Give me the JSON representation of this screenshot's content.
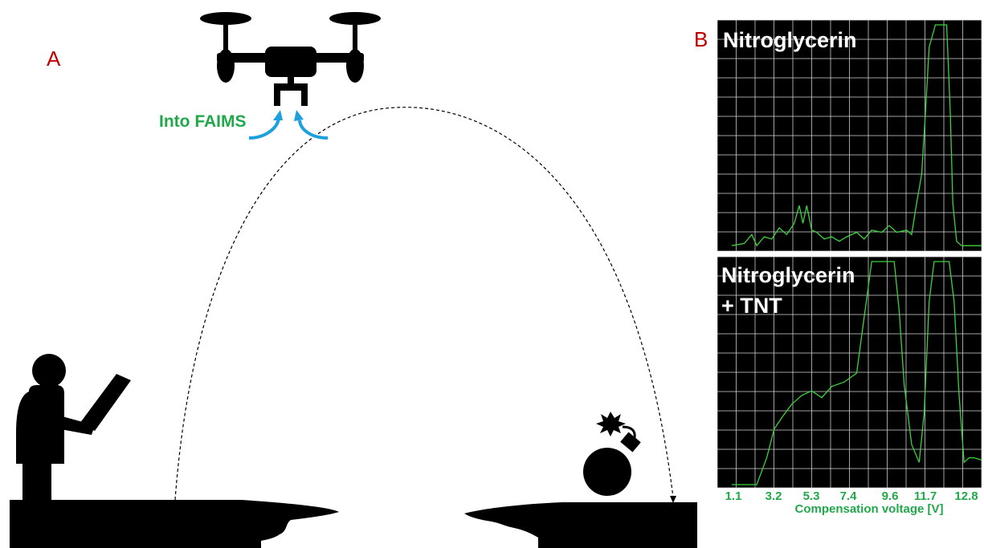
{
  "panel_a": {
    "letter": "A",
    "drone_label": "Into FAIMS"
  },
  "panel_b": {
    "letter": "B",
    "top_title": "Nitroglycerin",
    "bottom_title_line1": "Nitroglycerin",
    "bottom_title_line2": "+ TNT",
    "xlabel": "Compensation voltage [V]",
    "x_ticks": [
      "1.1",
      "3.2",
      "5.3",
      "7.4",
      "9.6",
      "11.7",
      "12.8"
    ]
  },
  "colors": {
    "panel_letter": "#c00000",
    "label_green": "#22a84a",
    "trace_green": "#3cd23c",
    "arrow_blue": "#1ea0dc",
    "grid": "#d8d8d8",
    "plot_bg": "#000000",
    "silhouette": "#000000"
  },
  "icons": [
    "drone-icon",
    "person-with-tablet-icon",
    "bomb-icon",
    "arrow-icon"
  ],
  "chart_data": [
    {
      "type": "line",
      "title": "Nitroglycerin",
      "xlabel": "",
      "ylabel": "",
      "xlim": [
        0,
        1
      ],
      "ylim": [
        0,
        1
      ],
      "grid": true,
      "series": [
        {
          "x": [
            0.0,
            0.05,
            0.08,
            0.1,
            0.13,
            0.16,
            0.19,
            0.22,
            0.25,
            0.27,
            0.285,
            0.3,
            0.32,
            0.34,
            0.37,
            0.4,
            0.43,
            0.46,
            0.5,
            0.53,
            0.56,
            0.6,
            0.63,
            0.66,
            0.7,
            0.72,
            0.74,
            0.76,
            0.775,
            0.79,
            0.815,
            0.84,
            0.86,
            0.875,
            0.885,
            0.9,
            0.92,
            1.0
          ],
          "y": [
            0.01,
            0.02,
            0.06,
            0.01,
            0.05,
            0.04,
            0.09,
            0.06,
            0.11,
            0.19,
            0.11,
            0.19,
            0.08,
            0.07,
            0.04,
            0.05,
            0.03,
            0.05,
            0.07,
            0.04,
            0.08,
            0.07,
            0.1,
            0.07,
            0.08,
            0.06,
            0.2,
            0.33,
            0.6,
            0.9,
            1.0,
            1.0,
            1.0,
            0.6,
            0.2,
            0.03,
            0.01,
            0.01
          ]
        }
      ]
    },
    {
      "type": "line",
      "title": "Nitroglycerin + TNT",
      "xlabel": "Compensation voltage [V]",
      "ylabel": "",
      "xlim": [
        0,
        1
      ],
      "ylim": [
        0,
        1
      ],
      "grid": true,
      "x_ticks": [
        "1.1",
        "3.2",
        "5.3",
        "7.4",
        "9.6",
        "11.7",
        "12.8"
      ],
      "series": [
        {
          "x": [
            0.0,
            0.1,
            0.14,
            0.17,
            0.2,
            0.24,
            0.28,
            0.32,
            0.36,
            0.4,
            0.45,
            0.5,
            0.53,
            0.56,
            0.59,
            0.62,
            0.65,
            0.67,
            0.69,
            0.72,
            0.75,
            0.77,
            0.79,
            0.81,
            0.84,
            0.87,
            0.89,
            0.91,
            0.93,
            0.95,
            0.97,
            1.0
          ],
          "y": [
            0.0,
            0.0,
            0.12,
            0.25,
            0.3,
            0.36,
            0.4,
            0.42,
            0.39,
            0.44,
            0.46,
            0.5,
            0.75,
            1.0,
            1.0,
            1.0,
            1.0,
            0.78,
            0.45,
            0.18,
            0.1,
            0.32,
            0.82,
            1.0,
            1.0,
            1.0,
            0.82,
            0.4,
            0.1,
            0.12,
            0.12,
            0.11
          ]
        }
      ]
    }
  ]
}
